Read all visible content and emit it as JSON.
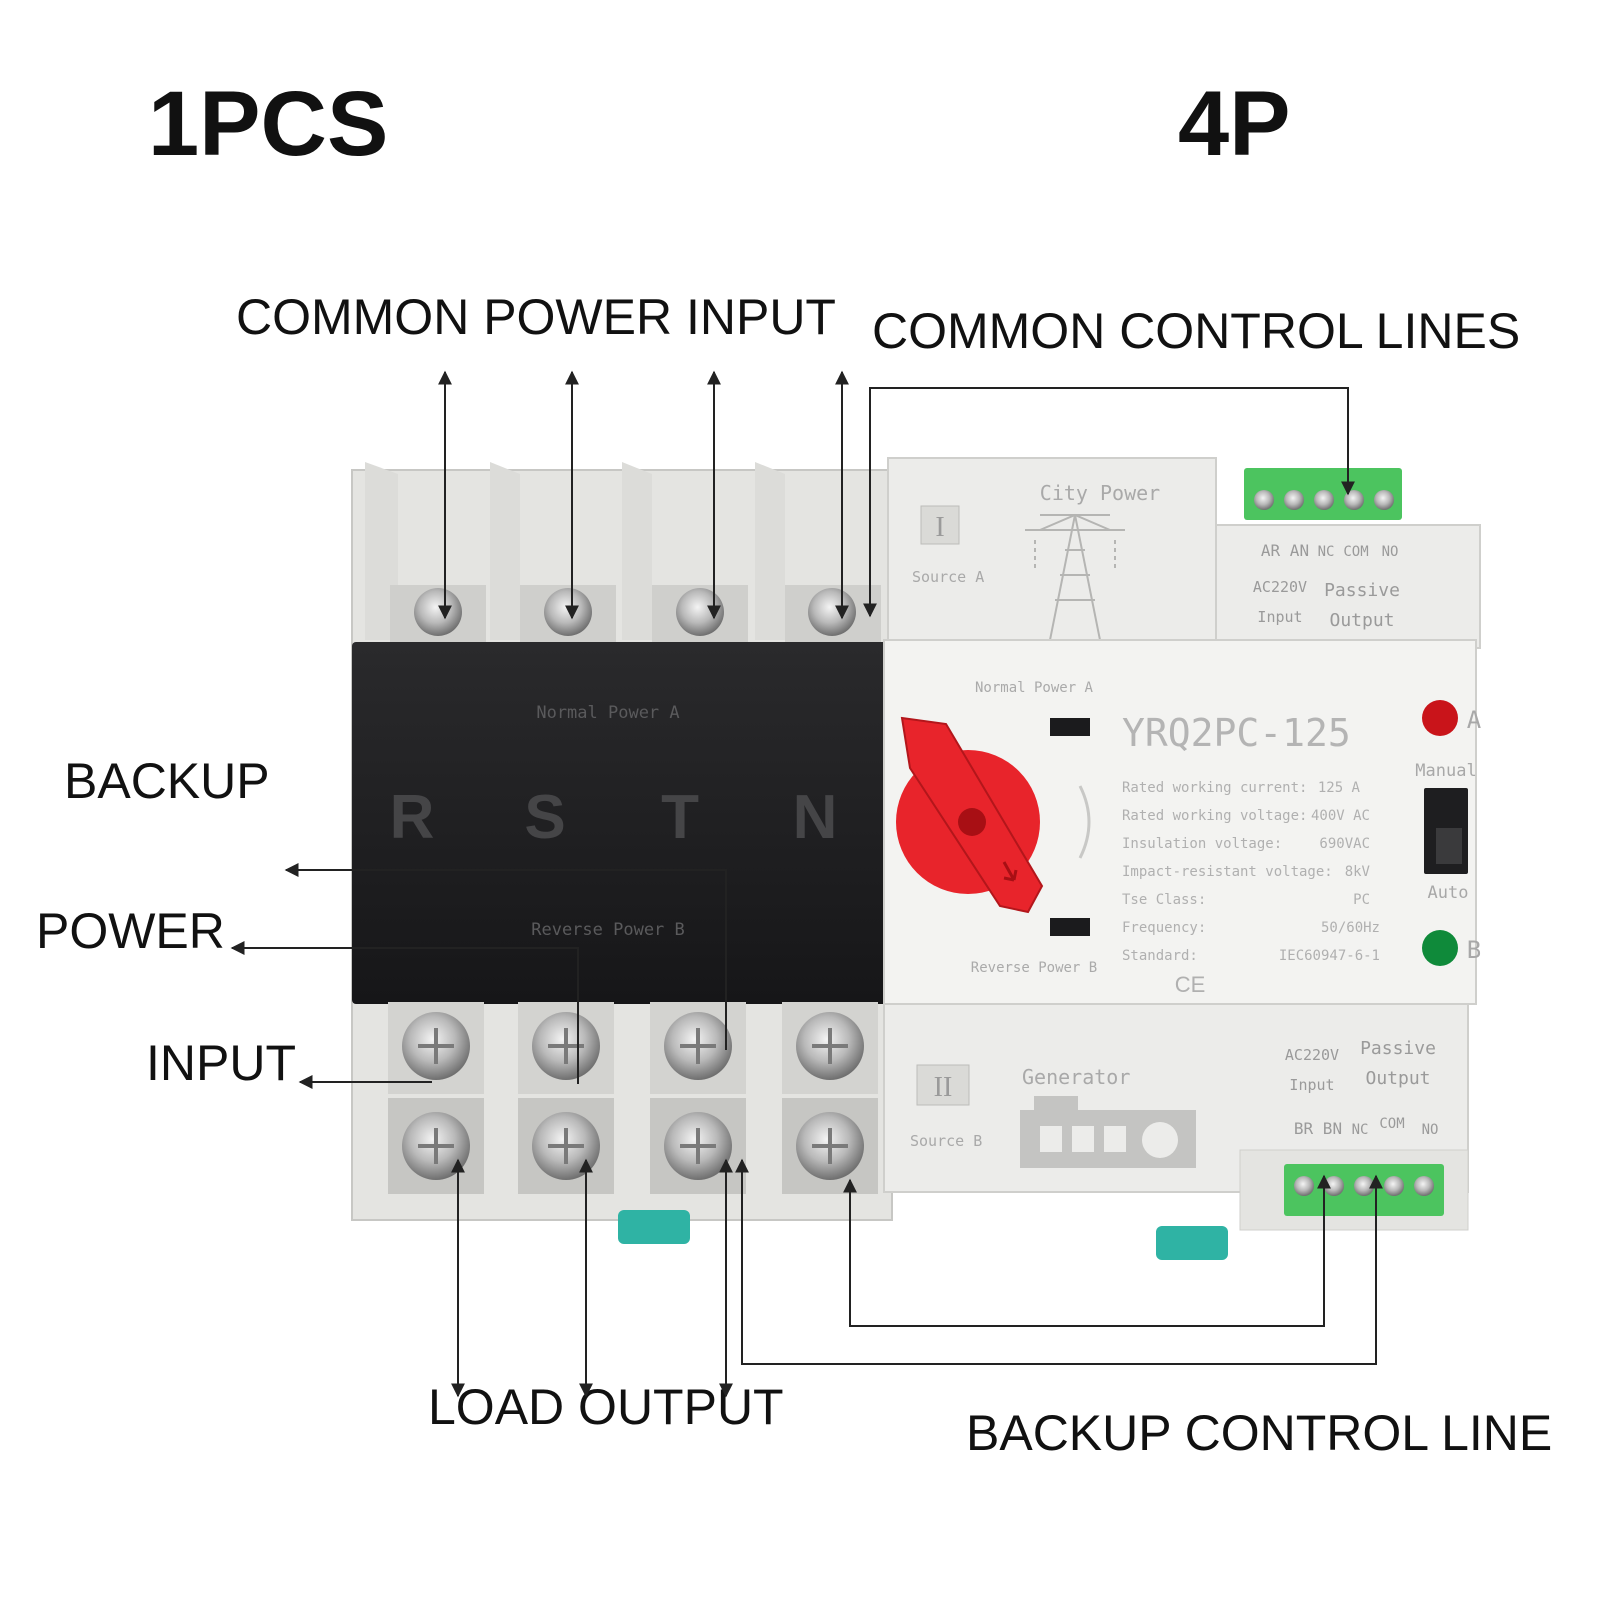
{
  "heading": {
    "quantity": "1PCS",
    "poles": "4P"
  },
  "callouts": {
    "common_power_input": "COMMON POWER INPUT",
    "common_control_lines": "COMMON CONTROL LINES",
    "backup": "BACKUP",
    "power": "POWER",
    "input": "INPUT",
    "load_output": "LOAD OUTPUT",
    "backup_control_line": "BACKUP CONTROL LINE"
  },
  "device": {
    "model": "YRQ2PC-125",
    "source_a": {
      "numeral": "I",
      "name": "City Power",
      "label": "Source A"
    },
    "source_b": {
      "numeral": "II",
      "name": "Generator",
      "label": "Source B"
    },
    "phases": [
      "R",
      "S",
      "T",
      "N"
    ],
    "normal_power": "Normal Power A",
    "reverse_power": "Reverse Power B",
    "top_terminal": {
      "pins_input": "AR AN",
      "pins_nc": "NC",
      "pins_com": "COM",
      "pins_no": "NO",
      "voltage": "AC220V",
      "input": "Input",
      "passive": "Passive",
      "output": "Output"
    },
    "bottom_terminal": {
      "pins_input": "BR BN",
      "pins_nc": "NC",
      "pins_com": "COM",
      "pins_no": "NO",
      "voltage": "AC220V",
      "input": "Input",
      "passive": "Passive",
      "output": "Output"
    },
    "specs": [
      {
        "label": "Rated working current:",
        "value": "125 A"
      },
      {
        "label": "Rated working voltage:",
        "value": "400V AC"
      },
      {
        "label": "Insulation voltage:",
        "value": "690VAC"
      },
      {
        "label": "Impact-resistant voltage:",
        "value": "8kV"
      },
      {
        "label": "Tse Class:",
        "value": "PC"
      },
      {
        "label": "Frequency:",
        "value": "50/60Hz"
      },
      {
        "label": "Standard:",
        "value": "IEC60947-6-1"
      }
    ],
    "ce_mark": "CE",
    "indicator_a": "A",
    "indicator_b": "B",
    "manual": "Manual",
    "auto": "Auto"
  },
  "colors": {
    "housing": "#e9e9e6",
    "housing_shadow": "#cfcfcc",
    "cover": "#1b1b1d",
    "handle": "#e8242b",
    "terminal_green": "#4cc45f",
    "led_red": "#c9141a",
    "led_green": "#0f8a3a",
    "clip_teal": "#2fb3a4",
    "label_grey": "#9a9a9a"
  }
}
